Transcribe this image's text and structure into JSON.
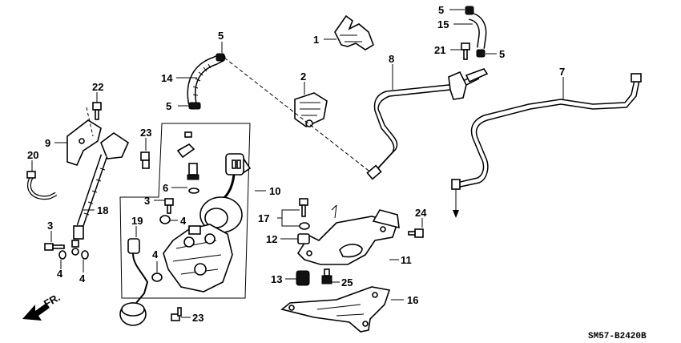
{
  "reference_code": "SM57-B2420B",
  "direction_label": "FR.",
  "callouts": [
    {
      "id": "c1",
      "text": "1"
    },
    {
      "id": "c2",
      "text": "2"
    },
    {
      "id": "c3a",
      "text": "3"
    },
    {
      "id": "c3b",
      "text": "3"
    },
    {
      "id": "c4a",
      "text": "4"
    },
    {
      "id": "c4b",
      "text": "4"
    },
    {
      "id": "c4c",
      "text": "4"
    },
    {
      "id": "c4d",
      "text": "4"
    },
    {
      "id": "c5a",
      "text": "5"
    },
    {
      "id": "c5b",
      "text": "5"
    },
    {
      "id": "c5c",
      "text": "5"
    },
    {
      "id": "c5d",
      "text": "5"
    },
    {
      "id": "c6",
      "text": "6"
    },
    {
      "id": "c7",
      "text": "7"
    },
    {
      "id": "c8",
      "text": "8"
    },
    {
      "id": "c9",
      "text": "9"
    },
    {
      "id": "c10",
      "text": "10"
    },
    {
      "id": "c11",
      "text": "11"
    },
    {
      "id": "c12",
      "text": "12"
    },
    {
      "id": "c13",
      "text": "13"
    },
    {
      "id": "c14",
      "text": "14"
    },
    {
      "id": "c15",
      "text": "15"
    },
    {
      "id": "c16",
      "text": "16"
    },
    {
      "id": "c17",
      "text": "17"
    },
    {
      "id": "c18",
      "text": "18"
    },
    {
      "id": "c19",
      "text": "19"
    },
    {
      "id": "c20",
      "text": "20"
    },
    {
      "id": "c21",
      "text": "21"
    },
    {
      "id": "c22",
      "text": "22"
    },
    {
      "id": "c23a",
      "text": "23"
    },
    {
      "id": "c23b",
      "text": "23"
    },
    {
      "id": "c24",
      "text": "24"
    },
    {
      "id": "c25",
      "text": "25"
    }
  ]
}
